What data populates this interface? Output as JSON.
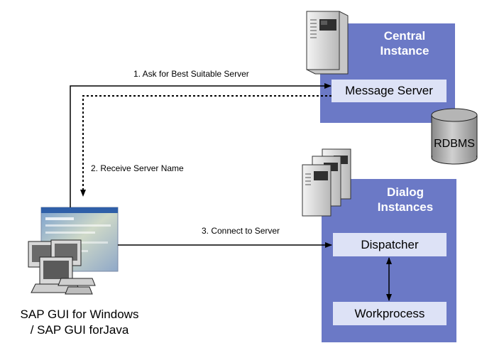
{
  "central_instance": {
    "title_line1": "Central",
    "title_line2": "Instance",
    "message_server": "Message Server"
  },
  "database": {
    "label": "RDBMS"
  },
  "dialog_instances": {
    "title_line1": "Dialog",
    "title_line2": "Instances",
    "dispatcher": "Dispatcher",
    "workprocess": "Workprocess"
  },
  "flows": {
    "step1": "1. Ask for Best Suitable Server",
    "step2": "2. Receive Server Name",
    "step3": "3. Connect to Server"
  },
  "client": {
    "line1": "SAP GUI for Windows",
    "line2": "/ SAP GUI forJava"
  },
  "colors": {
    "panel": "#6b79c6",
    "box": "#dde2f6"
  }
}
